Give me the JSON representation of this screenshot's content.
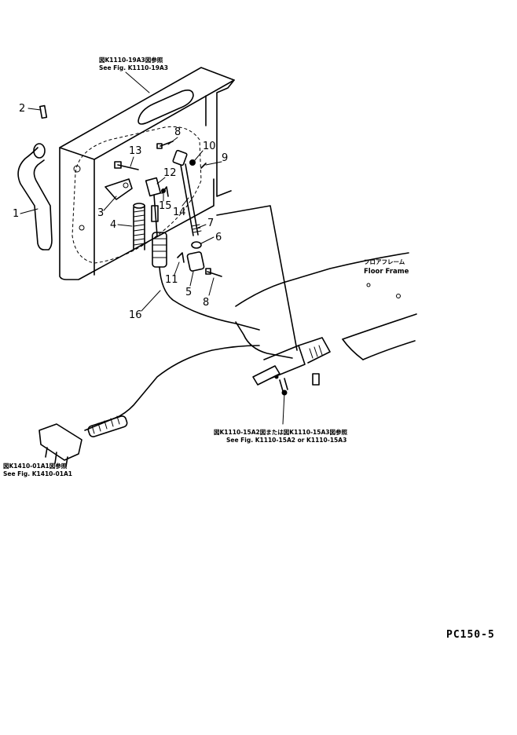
{
  "diagram": {
    "references": {
      "top": [
        "図K1110-19A3図参照",
        "See Fig. K1110-19A3"
      ],
      "middle": [
        "図K1110-15A2図または図K1110-15A3図参照",
        "See Fig. K1110-15A2 or K1110-15A3"
      ],
      "left": [
        "図K1410-01A1図参照",
        "See Fig. K1410-01A1"
      ]
    },
    "floor_frame": [
      "フロアフレーム",
      "Floor Frame"
    ],
    "part_numbers": {
      "p1": "1",
      "p2": "2",
      "p3": "3",
      "p4": "4",
      "p5": "5",
      "p6": "6",
      "p7": "7",
      "p8a": "8",
      "p8b": "8",
      "p9": "9",
      "p10": "10",
      "p11": "11",
      "p12": "12",
      "p13": "13",
      "p14": "14",
      "p15": "15",
      "p16": "16"
    },
    "model_label": "PC150-5"
  }
}
